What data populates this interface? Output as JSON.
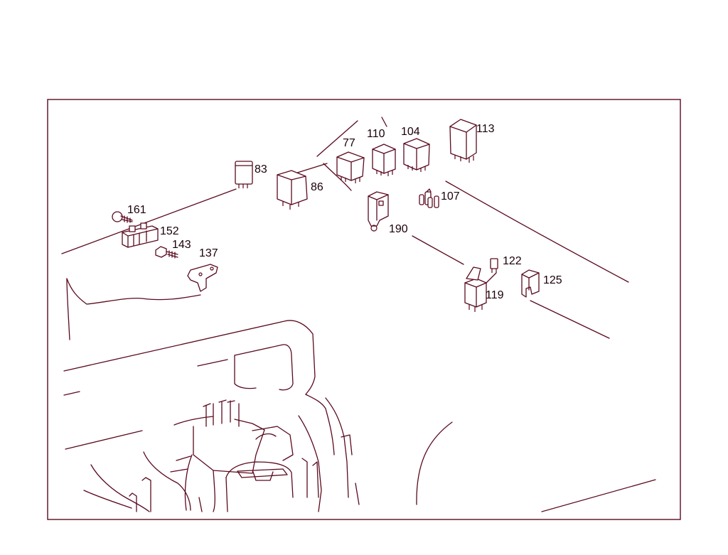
{
  "diagram": {
    "callouts": {
      "c161": "161",
      "c152": "152",
      "c143": "143",
      "c137": "137",
      "c83": "83",
      "c86": "86",
      "c77": "77",
      "c110": "110",
      "c104": "104",
      "c113": "113",
      "c107": "107",
      "c190": "190",
      "c122": "122",
      "c119": "119",
      "c125": "125"
    },
    "parts": {
      "p161": "screw",
      "p152": "bracket",
      "p143": "bolt",
      "p137": "mounting-plate",
      "p83": "relay",
      "p86": "relay",
      "p77": "relay",
      "p110": "relay",
      "p104": "relay",
      "p113": "relay",
      "p107": "fuses",
      "p190": "relay-holder",
      "p122": "fuse",
      "p119": "relay",
      "p125": "cover"
    },
    "colors": {
      "line": "#5a0a1e",
      "text": "#1a0008",
      "background": "#ffffff"
    }
  }
}
